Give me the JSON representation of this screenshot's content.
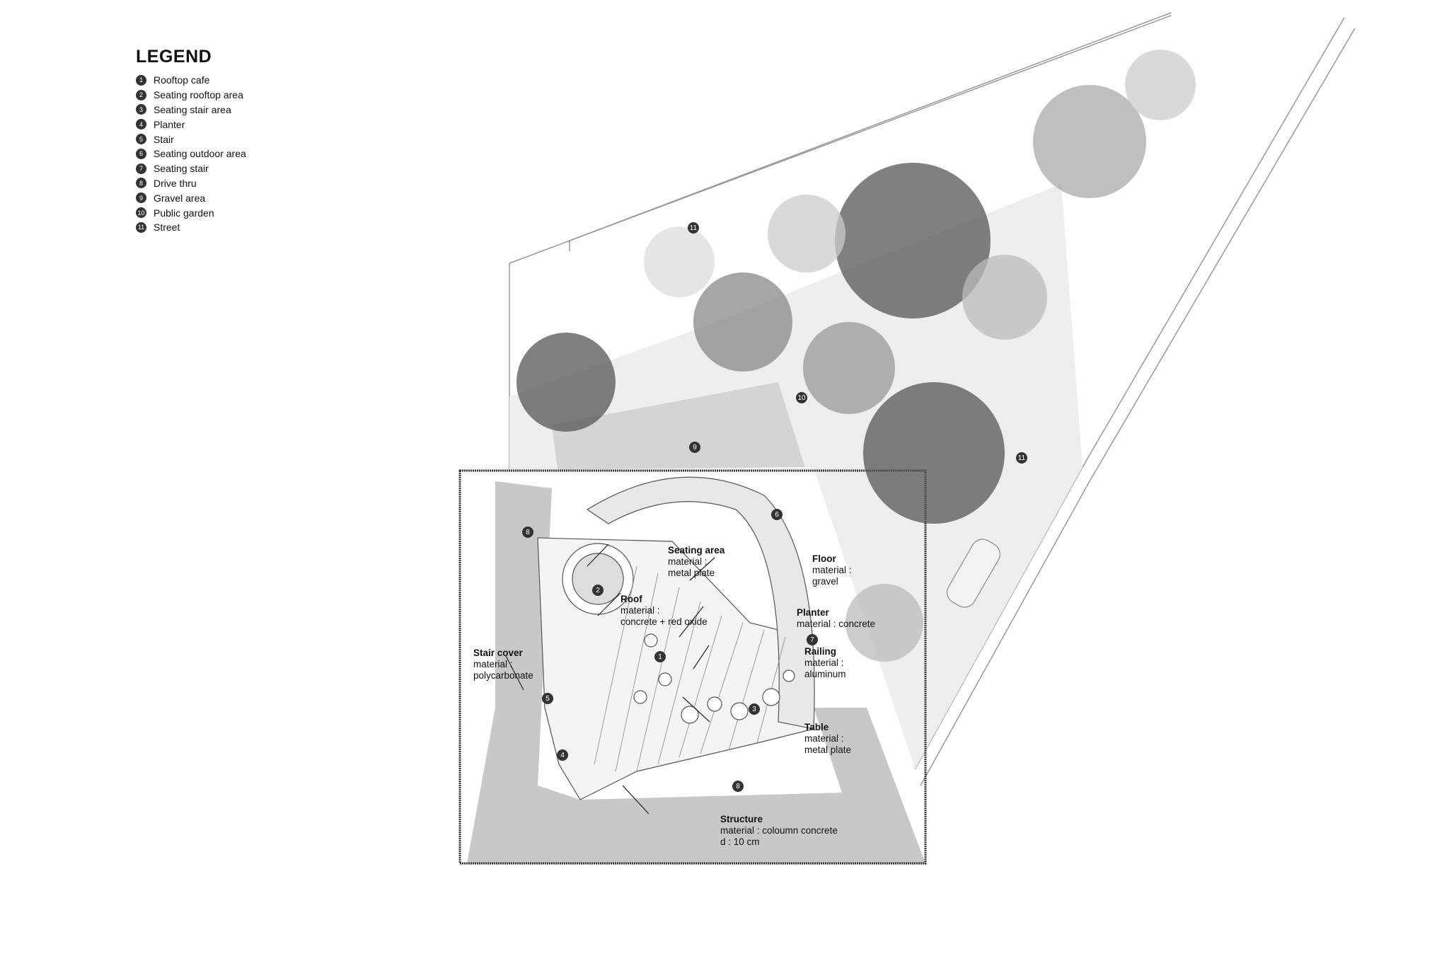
{
  "legend": {
    "title": "LEGEND",
    "items": [
      {
        "num": "1",
        "label": "Rooftop cafe"
      },
      {
        "num": "2",
        "label": "Seating rooftop area"
      },
      {
        "num": "3",
        "label": "Seating stair area"
      },
      {
        "num": "4",
        "label": "Planter"
      },
      {
        "num": "5",
        "label": "Stair"
      },
      {
        "num": "6",
        "label": "Seating outdoor area"
      },
      {
        "num": "7",
        "label": "Seating stair"
      },
      {
        "num": "8",
        "label": "Drive thru"
      },
      {
        "num": "9",
        "label": "Gravel area"
      },
      {
        "num": "10",
        "label": "Public garden"
      },
      {
        "num": "11",
        "label": "Street"
      }
    ]
  },
  "markers": [
    "11",
    "11",
    "10",
    "9",
    "6",
    "8",
    "2",
    "1",
    "7",
    "5",
    "3",
    "4",
    "8"
  ],
  "annotations": {
    "seating_area": {
      "title": "Seating area",
      "line1": "material :",
      "line2": "metal plate"
    },
    "floor": {
      "title": "Floor",
      "line1": "material :",
      "line2": "gravel"
    },
    "roof": {
      "title": "Roof",
      "line1": "material :",
      "line2": "concrete + red oxide"
    },
    "planter": {
      "title": "Planter",
      "line1": "material : concrete"
    },
    "stair_cover": {
      "title": "Stair cover",
      "line1": "material :",
      "line2": "polycarbonate"
    },
    "railing": {
      "title": "Railing",
      "line1": "material :",
      "line2": "aluminum"
    },
    "table": {
      "title": "Table",
      "line1": "material :",
      "line2": "metal plate"
    },
    "structure": {
      "title": "Structure",
      "line1": "material : coloumn concrete",
      "line2": "d : 10 cm"
    }
  }
}
